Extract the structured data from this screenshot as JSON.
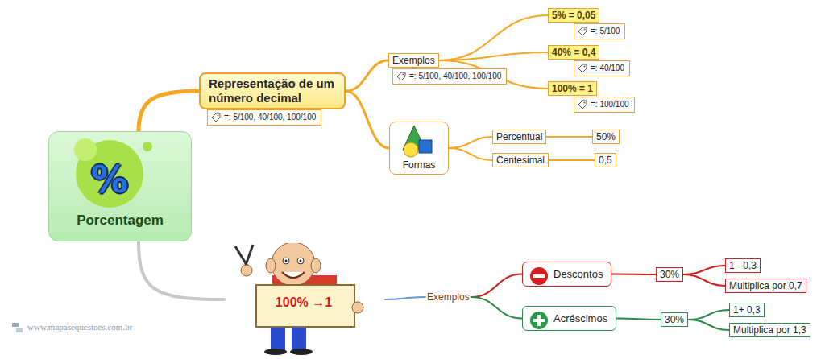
{
  "diagram": {
    "nodes": [
      {
        "text": [
          "%",
          "Porcentagem"
        ]
      },
      {
        "text": [
          "Representação de um número decimal"
        ]
      },
      {
        "text": [
          "=: 5/100, 40/100, 100/100"
        ]
      },
      {
        "text": [
          "Exemplos"
        ]
      },
      {
        "text": [
          "=: 5/100, 40/100, 100/100"
        ]
      },
      {
        "text": [
          "5% = 0,05"
        ]
      },
      {
        "text": [
          "=: 5/100"
        ]
      },
      {
        "text": [
          "40% = 0,4"
        ]
      },
      {
        "text": [
          "=: 40/100"
        ]
      },
      {
        "text": [
          "100% = 1"
        ]
      },
      {
        "text": [
          "=: 100/100"
        ]
      },
      {
        "text": [
          "Formas"
        ]
      },
      {
        "text": [
          "Percentual"
        ]
      },
      {
        "text": [
          "50%"
        ]
      },
      {
        "text": [
          "Centesimal"
        ]
      },
      {
        "text": [
          "0,5"
        ]
      },
      {
        "text": [
          "100% →1"
        ]
      },
      {
        "text": [
          "Exemplos"
        ]
      },
      {
        "text": [
          "Descontos"
        ]
      },
      {
        "text": [
          "30%"
        ]
      },
      {
        "text": [
          "1 - 0,3"
        ]
      },
      {
        "text": [
          "Multiplica por 0,7"
        ]
      },
      {
        "text": [
          "Acréscimos"
        ]
      },
      {
        "text": [
          "30%"
        ]
      },
      {
        "text": [
          "1+ 0,3"
        ]
      },
      {
        "text": [
          "Multiplica por 1,3"
        ]
      }
    ],
    "edges": [
      {
        "from": 0,
        "to": 1,
        "arrow": "none"
      },
      {
        "from": 1,
        "to": 3,
        "arrow": "none"
      },
      {
        "from": 3,
        "to": 5,
        "arrow": "none"
      },
      {
        "from": 3,
        "to": 7,
        "arrow": "none"
      },
      {
        "from": 3,
        "to": 9,
        "arrow": "none"
      },
      {
        "from": 1,
        "to": 11,
        "arrow": "none"
      },
      {
        "from": 11,
        "to": 12,
        "arrow": "none"
      },
      {
        "from": 12,
        "to": 13,
        "arrow": "none"
      },
      {
        "from": 11,
        "to": 14,
        "arrow": "none"
      },
      {
        "from": 14,
        "to": 15,
        "arrow": "none"
      },
      {
        "from": 0,
        "to": 16,
        "arrow": "none"
      },
      {
        "from": 16,
        "to": 17,
        "arrow": "none"
      },
      {
        "from": 17,
        "to": 18,
        "arrow": "none"
      },
      {
        "from": 17,
        "to": 22,
        "arrow": "none"
      },
      {
        "from": 18,
        "to": 19,
        "arrow": "none"
      },
      {
        "from": 19,
        "to": 20,
        "arrow": "none"
      },
      {
        "from": 19,
        "to": 21,
        "arrow": "none"
      },
      {
        "from": 22,
        "to": 23,
        "arrow": "none"
      },
      {
        "from": 23,
        "to": 24,
        "arrow": "none"
      },
      {
        "from": 23,
        "to": 25,
        "arrow": "none"
      }
    ],
    "labels": [
      "www.mapasequestoes.com.br"
    ]
  }
}
